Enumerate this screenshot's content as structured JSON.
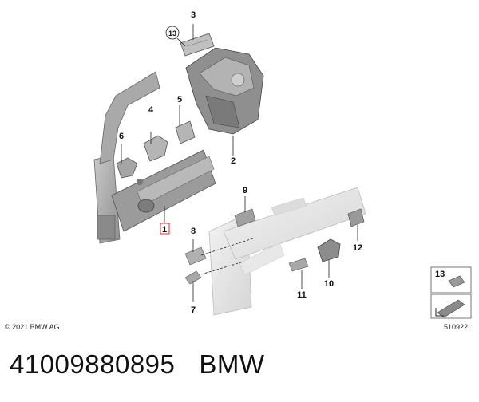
{
  "callouts": {
    "c1": "1",
    "c2": "2",
    "c3": "3",
    "c4": "4",
    "c5": "5",
    "c6": "6",
    "c7": "7",
    "c8": "8",
    "c9": "9",
    "c10": "10",
    "c11": "11",
    "c12": "12",
    "c13": "13",
    "c13_legend": "13"
  },
  "copyright": "© 2021 BMW AG",
  "diagram_number": "510922",
  "part_number": "41009880895",
  "brand": "BMW"
}
